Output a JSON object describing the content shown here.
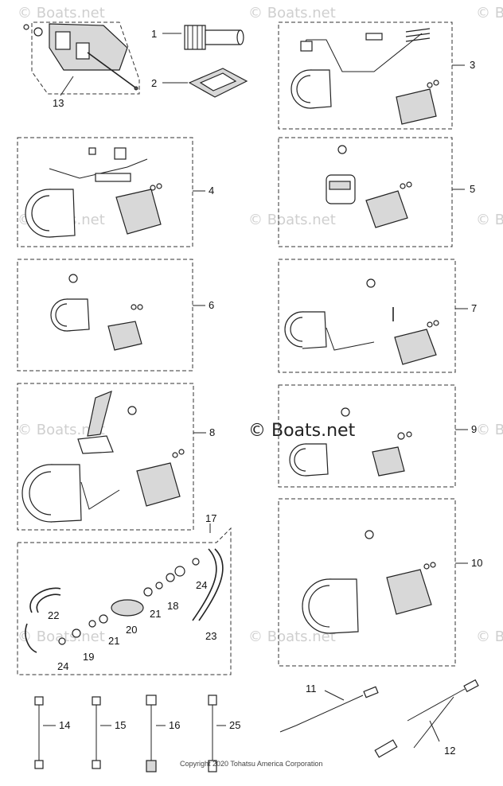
{
  "watermark": {
    "small": "© Boats.net",
    "main": "© Boats.net"
  },
  "copyright": "Copyright 2020 Tohatsu America Corporation",
  "callouts": [
    "1",
    "2",
    "3",
    "4",
    "5",
    "6",
    "7",
    "8",
    "9",
    "10",
    "11",
    "12",
    "13",
    "14",
    "15",
    "16",
    "17",
    "18",
    "19",
    "20",
    "21",
    "21",
    "22",
    "23",
    "24",
    "24",
    "25"
  ]
}
